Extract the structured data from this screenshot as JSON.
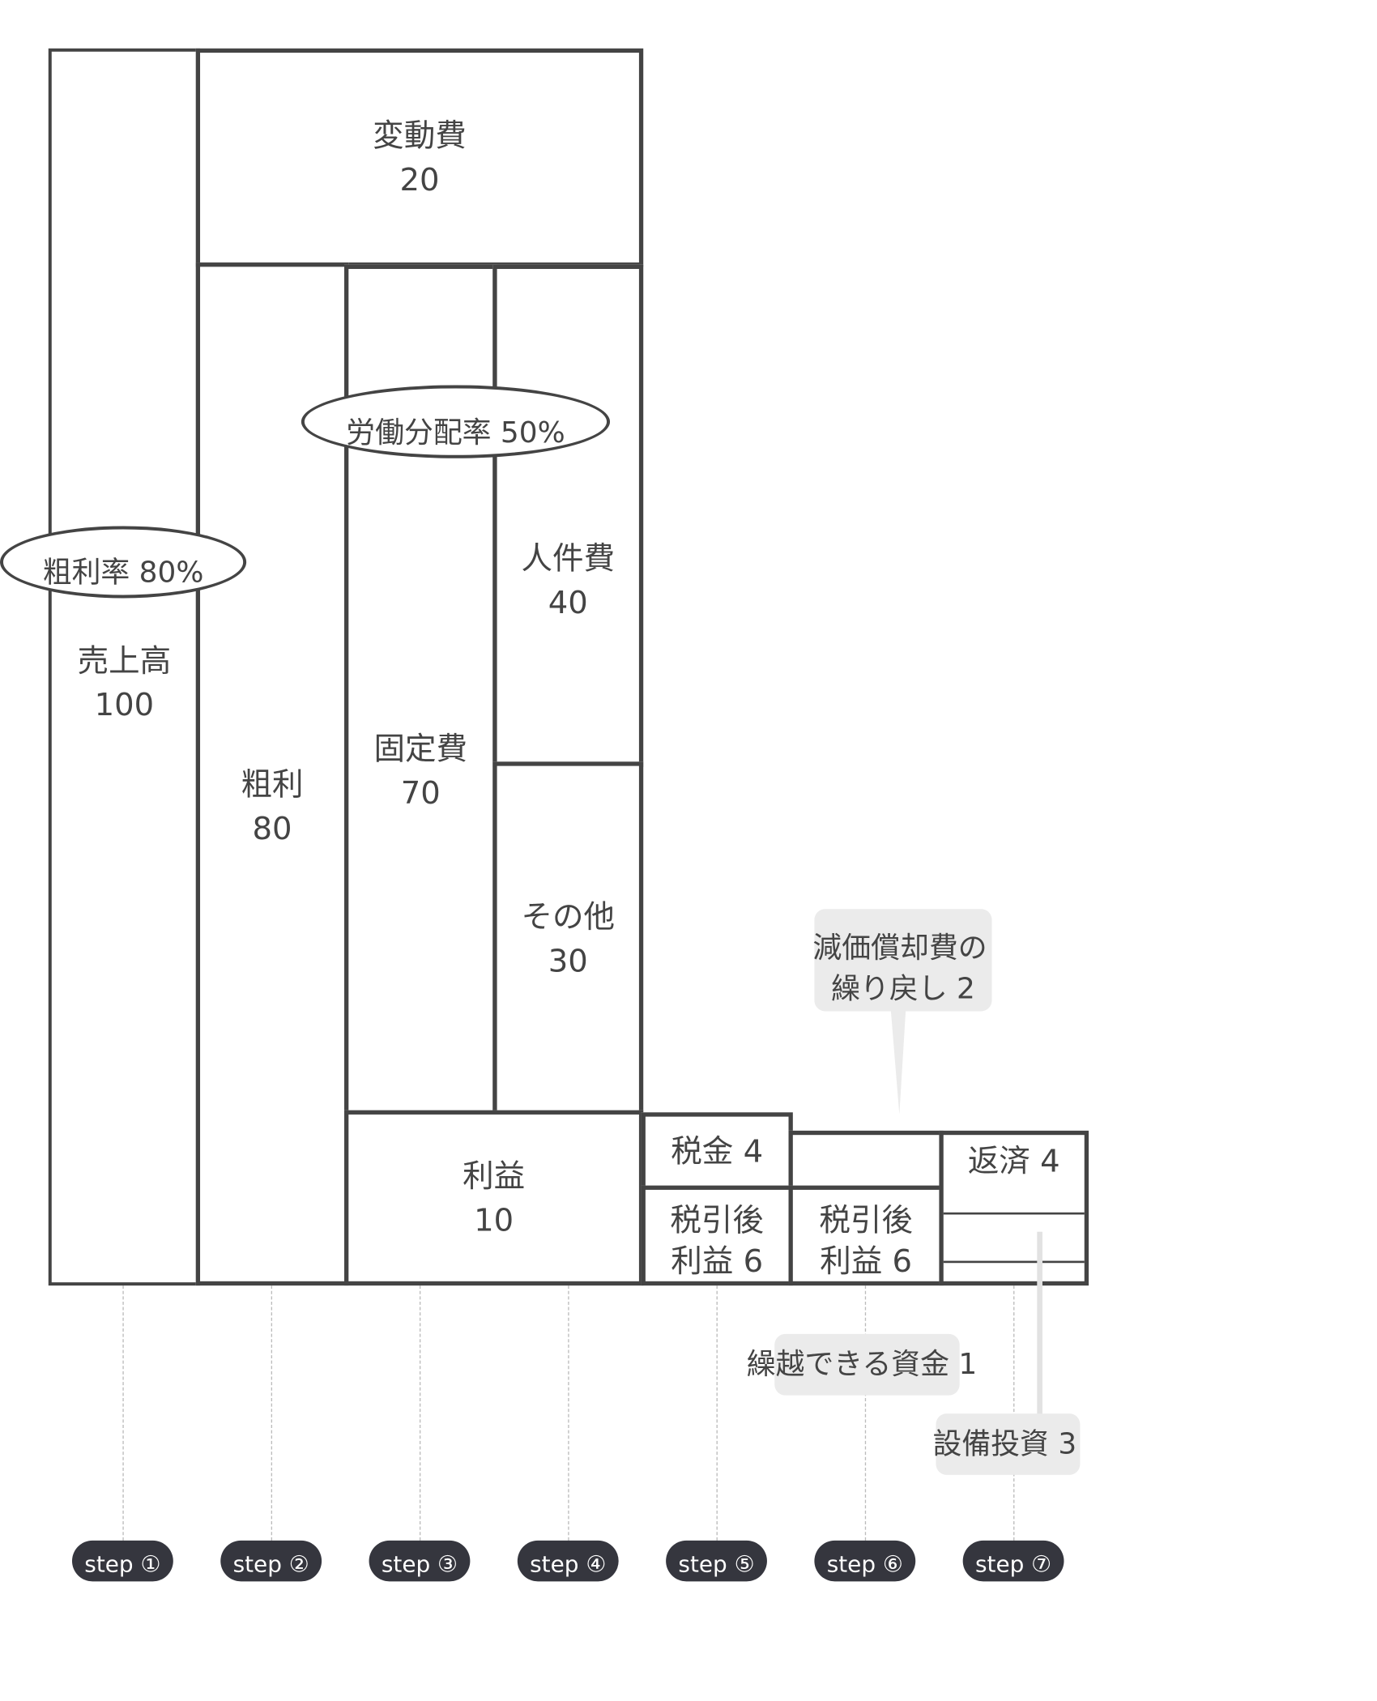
{
  "blocks": {
    "sales": {
      "label": "売上高",
      "value": "100"
    },
    "variable_cost": {
      "label": "変動費",
      "value": "20"
    },
    "gross_profit": {
      "label": "粗利",
      "value": "80"
    },
    "fixed_cost": {
      "label": "固定費",
      "value": "70"
    },
    "personnel_cost": {
      "label": "人件費",
      "value": "40"
    },
    "other_cost": {
      "label": "その他",
      "value": "30"
    },
    "profit": {
      "label": "利益",
      "value": "10"
    },
    "tax": {
      "label": "税金 4"
    },
    "after_tax_profit_5": {
      "label": "税引後",
      "value": "利益 6"
    },
    "after_tax_profit_6": {
      "label": "税引後",
      "value": "利益 6"
    },
    "repayment": {
      "label": "返済 4"
    }
  },
  "ratios": {
    "gross_margin": "粗利率 80%",
    "labor_share": "労働分配率 50%"
  },
  "callouts": {
    "depreciation_line1": "減価償却費の",
    "depreciation_line2": "繰り戻し 2",
    "carryover": "繰越できる資金 1",
    "capex": "設備投資 3"
  },
  "steps": [
    "step ①",
    "step ②",
    "step ③",
    "step ④",
    "step ⑤",
    "step ⑥",
    "step ⑦"
  ]
}
